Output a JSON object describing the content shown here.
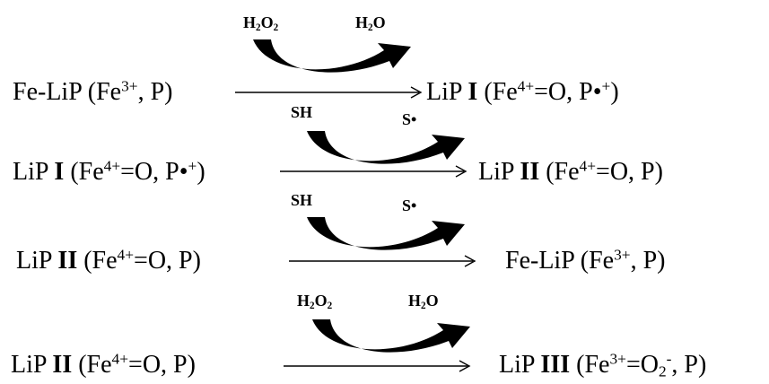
{
  "reactions": [
    {
      "left": [
        "Fe-LiP (Fe",
        "3+",
        ", P)"
      ],
      "right": [
        "LiP ",
        "I",
        " (Fe",
        "4+",
        "=O, P",
        "•",
        "+",
        ")"
      ],
      "cofactor_in": [
        "H",
        "2",
        "O",
        "2"
      ],
      "cofactor_out": [
        "H",
        "2",
        "O"
      ]
    },
    {
      "left": [
        "LiP ",
        "I",
        " (Fe",
        "4+",
        "=O, P",
        "•",
        "+",
        ")"
      ],
      "right": [
        "LiP ",
        "II",
        " (Fe",
        "4+",
        "=O, P)"
      ],
      "cofactor_in": "SH",
      "cofactor_out": [
        "S",
        "•"
      ]
    },
    {
      "left": [
        "LiP ",
        "II",
        " (Fe",
        "4+",
        "=O, P)"
      ],
      "right": [
        "Fe-LiP (Fe",
        "3+",
        ", P)"
      ],
      "cofactor_in": "SH",
      "cofactor_out": [
        "S",
        "•"
      ]
    },
    {
      "left": [
        "LiP ",
        "II",
        " (Fe",
        "4+",
        "=O, P)"
      ],
      "right": [
        "LiP ",
        "III",
        " (Fe",
        "3+",
        "=O",
        "2",
        "-",
        ", P)"
      ],
      "cofactor_in": [
        "H",
        "2",
        "O",
        "2"
      ],
      "cofactor_out": [
        "H",
        "2",
        "O"
      ]
    }
  ]
}
